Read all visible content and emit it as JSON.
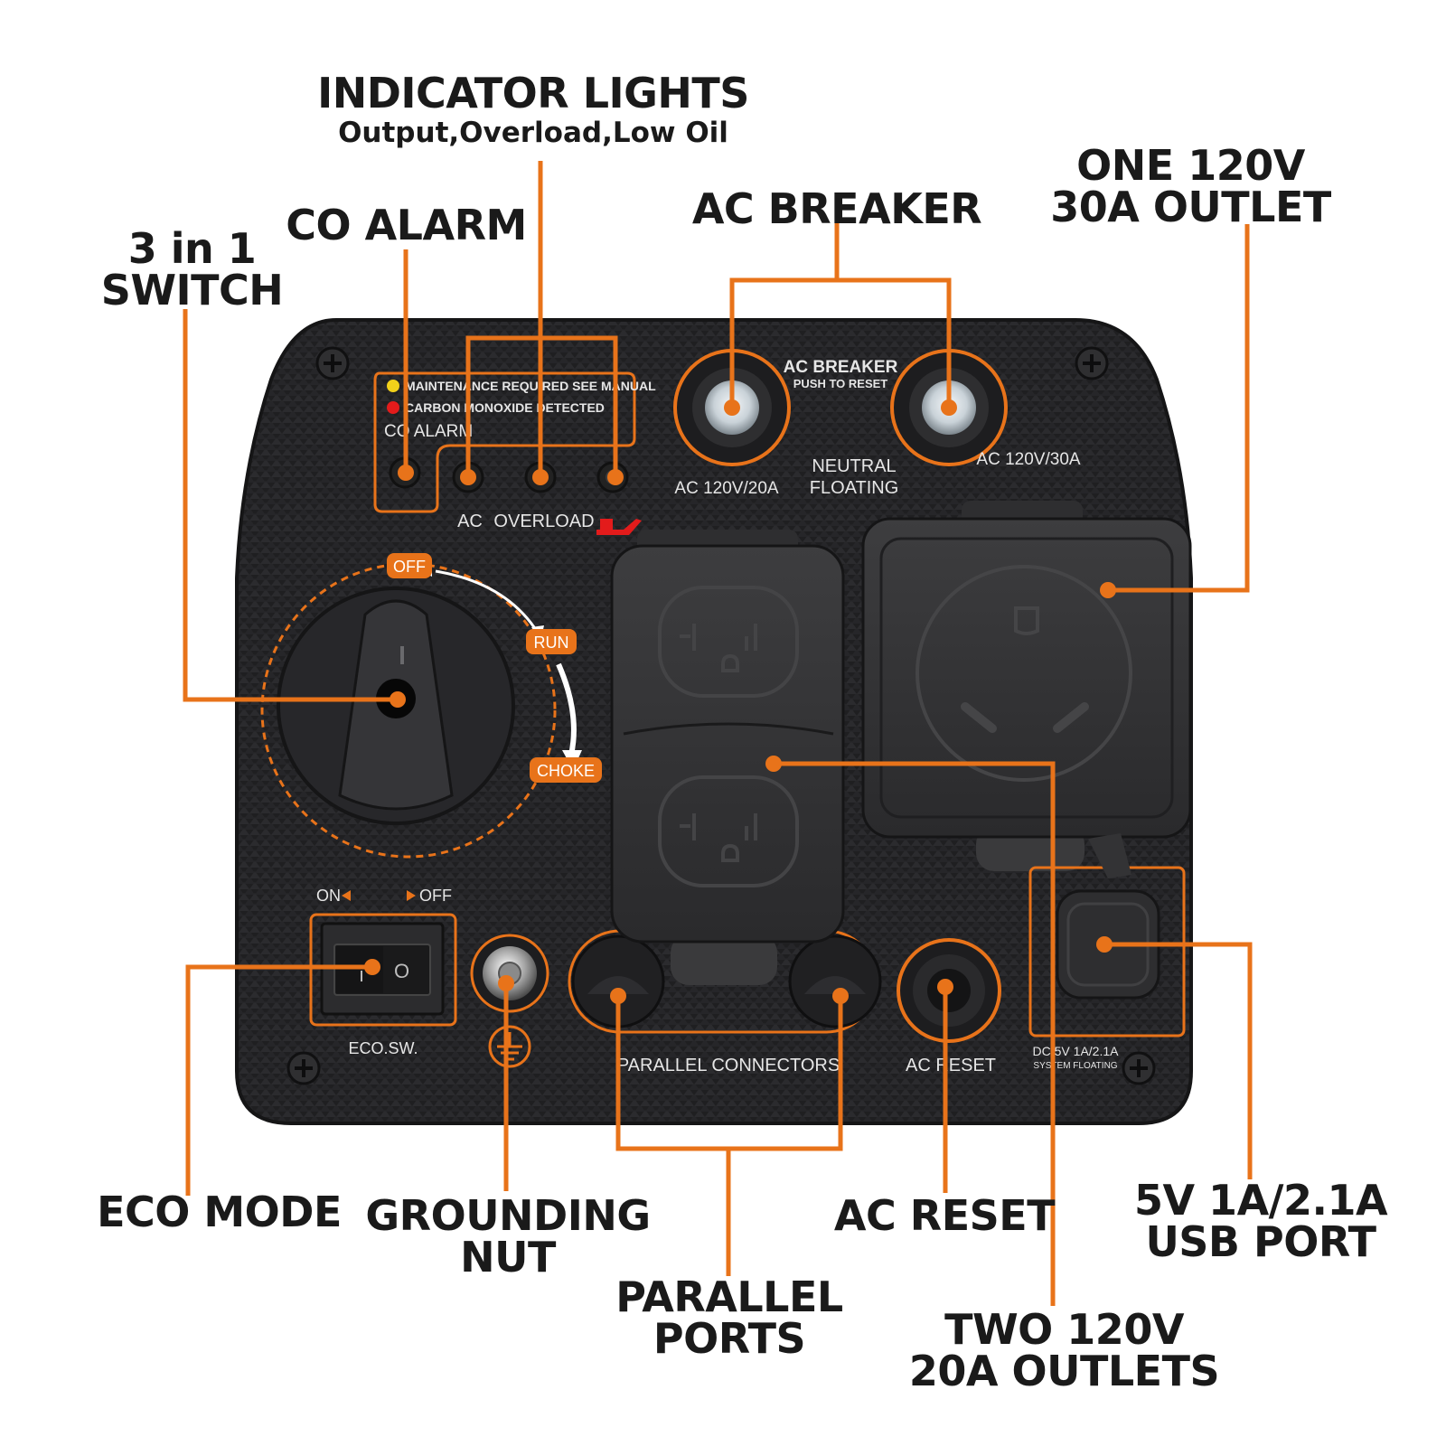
{
  "callouts": {
    "indicator_lights": {
      "title": "INDICATOR LIGHTS",
      "subtitle": "Output,Overload,Low Oil"
    },
    "co_alarm": {
      "title": "CO ALARM"
    },
    "ac_breaker": {
      "title": "AC BREAKER"
    },
    "one_30a_outlet": {
      "line1": "ONE 120V",
      "line2": "30A OUTLET"
    },
    "three_in_one_switch": {
      "line1": "3 in 1",
      "line2": "SWITCH"
    },
    "eco_mode": {
      "title": "ECO MODE"
    },
    "grounding_nut": {
      "line1": "GROUNDING",
      "line2": "NUT"
    },
    "parallel_ports": {
      "line1": "PARALLEL",
      "line2": "PORTS"
    },
    "ac_reset": {
      "title": "AC RESET"
    },
    "two_20a_outlets": {
      "line1": "TWO 120V",
      "line2": "20A OUTLETS"
    },
    "usb_port": {
      "line1": "5V 1A/2.1A",
      "line2": "USB PORT"
    }
  },
  "panel": {
    "maintenance_text": "MAINTENANCE REQUIRED SEE MANUAL",
    "co_detected_text": "CARBON MONOXIDE DETECTED",
    "co_alarm_label": "CO ALARM",
    "ac_label": "AC",
    "overload_label": "OVERLOAD",
    "breaker_title": "AC BREAKER",
    "breaker_sub": "PUSH TO RESET",
    "breaker_20a": "AC 120V/20A",
    "breaker_30a": "AC 120V/30A",
    "neutral_1": "NEUTRAL",
    "neutral_2": "FLOATING",
    "off_badge": "OFF",
    "run_badge": "RUN",
    "choke_badge": "CHOKE",
    "eco_on": "ON",
    "eco_off": "OFF",
    "eco_sw": "ECO.SW.",
    "parallel_connectors": "PARALLEL CONNECTORS",
    "ac_reset": "AC RESET",
    "dc_1": "DC 5V 1A/2.1A",
    "dc_2": "SYSTEM FLOATING"
  },
  "colors": {
    "accent": "#e8731a",
    "panel": "#1c1c1e",
    "text": "#1a1a1a",
    "maintenance_dot": "#f2d11a",
    "co_dot": "#e31b1b"
  }
}
